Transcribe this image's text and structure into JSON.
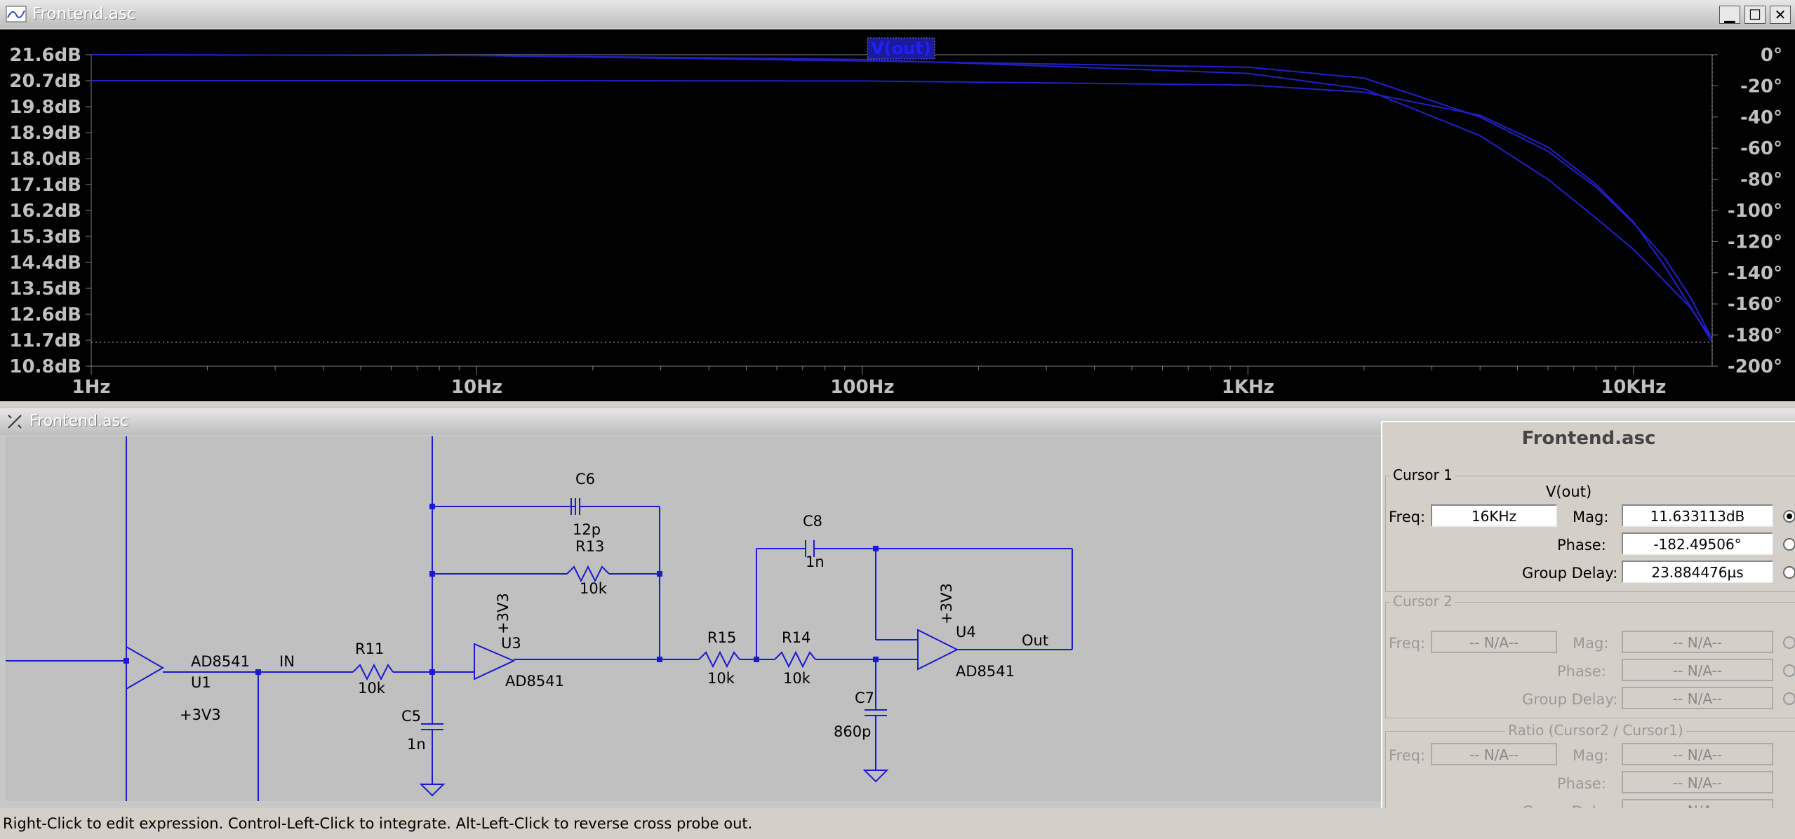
{
  "plot_window": {
    "title": "Frontend.asc",
    "trace_label": "V(out)",
    "buttons": {
      "minimize": "▁",
      "maximize": "☐",
      "close": "✕"
    }
  },
  "chart_data": {
    "type": "line",
    "title": "V(out)",
    "x_scale": "log",
    "xlim": [
      1,
      16000
    ],
    "x_ticks": [
      "1Hz",
      "10Hz",
      "100Hz",
      "1KHz",
      "10KHz"
    ],
    "x_tick_values": [
      1,
      10,
      100,
      1000,
      10000
    ],
    "y_left_ticks": [
      "21.6dB",
      "20.7dB",
      "19.8dB",
      "18.9dB",
      "18.0dB",
      "17.1dB",
      "16.2dB",
      "15.3dB",
      "14.4dB",
      "13.5dB",
      "12.6dB",
      "11.7dB",
      "10.8dB"
    ],
    "y_left_values": [
      21.6,
      20.7,
      19.8,
      18.9,
      18.0,
      17.1,
      16.2,
      15.3,
      14.4,
      13.5,
      12.6,
      11.7,
      10.8
    ],
    "y_right_ticks": [
      "0°",
      "-20°",
      "-40°",
      "-60°",
      "-80°",
      "-100°",
      "-120°",
      "-140°",
      "-160°",
      "-180°",
      "-200°"
    ],
    "y_right_values": [
      0,
      -20,
      -40,
      -60,
      -80,
      -100,
      -120,
      -140,
      -160,
      -180,
      -200
    ],
    "ylim_left": [
      10.8,
      21.6
    ],
    "ylim_right": [
      -200,
      0
    ],
    "series": [
      {
        "name": "V(out)",
        "axis": "left",
        "x": [
          1,
          10,
          100,
          1000,
          2000,
          4000,
          6000,
          8000,
          10000,
          12000,
          14000,
          16000
        ],
        "y": [
          20.7,
          20.7,
          20.69,
          20.55,
          20.3,
          19.5,
          18.4,
          17.1,
          15.8,
          14.3,
          12.9,
          11.63
        ]
      },
      {
        "axis": "right",
        "x": [
          1,
          10,
          100,
          1000,
          2000,
          4000,
          6000,
          8000,
          10000,
          12000,
          14000,
          16000
        ],
        "y": [
          0,
          -0.5,
          -4,
          -8,
          -15,
          -40,
          -62,
          -85,
          -108,
          -130,
          -155,
          -182.5
        ]
      },
      {
        "axis": "right",
        "x": [
          1,
          10,
          100,
          1000,
          2000,
          4000,
          6000,
          8000,
          10000,
          12000,
          14000,
          16000
        ],
        "y": [
          0,
          -0.5,
          -3,
          -12,
          -22,
          -52,
          -80,
          -105,
          -125,
          -145,
          -162,
          -182.5
        ]
      }
    ],
    "cursor": {
      "x": 16000,
      "y": 11.63
    },
    "grid": "off"
  },
  "schematic_window": {
    "title": "Frontend.asc",
    "labels": {
      "c6": "C6",
      "c6v": "12p",
      "r13": "R13",
      "r13v": "10k",
      "c8": "C8",
      "c8v": "1n",
      "r11": "R11",
      "r11v": "10k",
      "c5": "C5",
      "c5v": "1n",
      "r15": "R15",
      "r15v": "10k",
      "r14": "R14",
      "r14v": "10k",
      "c7": "C7",
      "c7v": "860p",
      "u1": "U1",
      "u1part": "AD8541",
      "u1pwr": "+3V3",
      "u3": "U3",
      "u3part": "AD8541",
      "u3pwr": "+3V3",
      "u4": "U4",
      "u4part": "AD8541",
      "u4pwr": "+3V3",
      "in": "IN",
      "out": "Out"
    }
  },
  "cursor_dialog": {
    "title": "Frontend.asc",
    "cursor1": {
      "label": "Cursor 1",
      "trace": "V(out)",
      "freq_label": "Freq:",
      "freq": "16KHz",
      "mag_label": "Mag:",
      "mag": "11.633113dB",
      "phase_label": "Phase:",
      "phase": "-182.49506°",
      "gd_label": "Group Delay:",
      "gd": "23.884476µs"
    },
    "cursor2": {
      "label": "Cursor 2",
      "freq_label": "Freq:",
      "freq": "-- N/A--",
      "mag_label": "Mag:",
      "mag": "-- N/A--",
      "phase_label": "Phase:",
      "phase": "-- N/A--",
      "gd_label": "Group Delay:",
      "gd": "-- N/A--"
    },
    "ratio": {
      "label": "Ratio (Cursor2 / Cursor1)",
      "freq_label": "Freq:",
      "freq": "-- N/A--",
      "mag_label": "Mag:",
      "mag": "-- N/A--",
      "phase_label": "Phase:",
      "phase": "-- N/A--",
      "gd_label": "Group Delay:",
      "gd": "-- N/A--"
    }
  },
  "status": "Right-Click to edit expression. Control-Left-Click to integrate. Alt-Left-Click to reverse cross probe out.",
  "colors": {
    "trace": "#2020c8",
    "plot_bg": "#000000",
    "axis_text": "#c0c0c0",
    "wire": "#1a1ad0"
  }
}
